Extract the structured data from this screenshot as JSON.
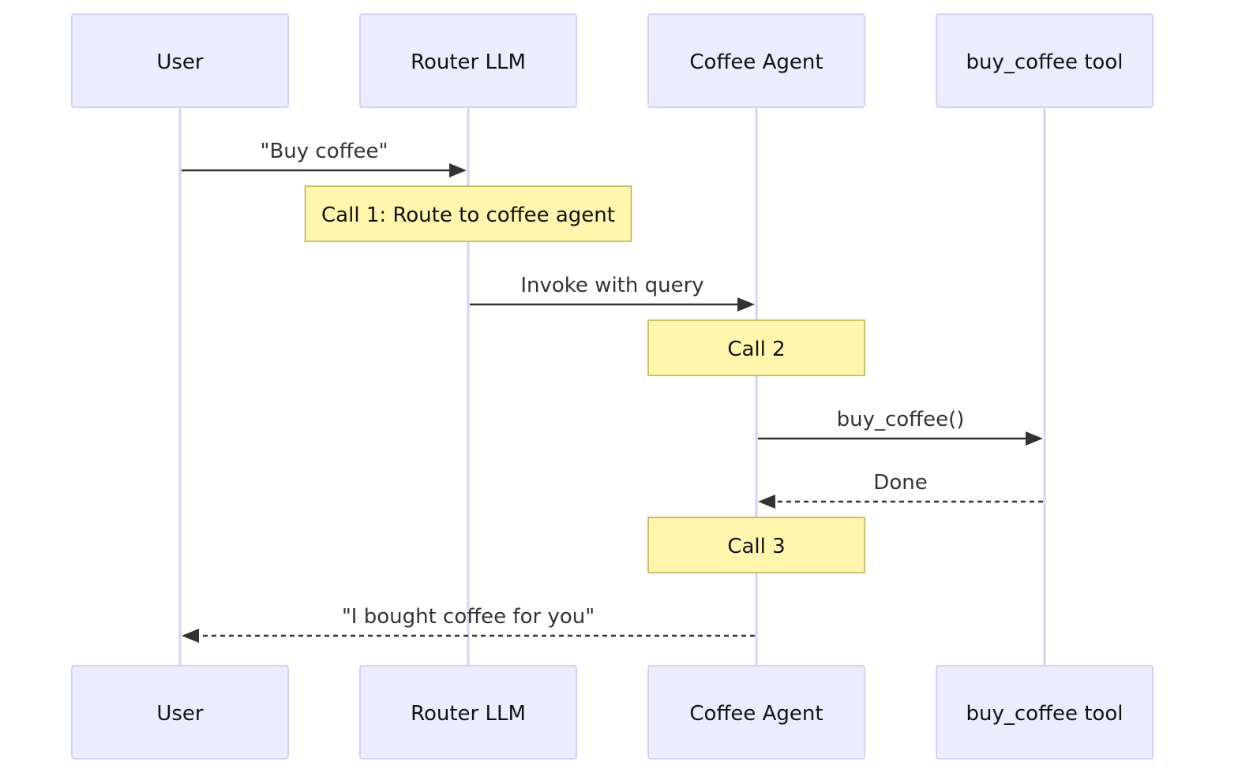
{
  "actors": [
    {
      "id": "user",
      "label": "User"
    },
    {
      "id": "router",
      "label": "Router LLM"
    },
    {
      "id": "agent",
      "label": "Coffee Agent"
    },
    {
      "id": "tool",
      "label": "buy_coffee tool"
    }
  ],
  "events": [
    {
      "kind": "message",
      "from": "user",
      "to": "router",
      "label": "\"Buy coffee\"",
      "style": "solid"
    },
    {
      "kind": "note",
      "over": "router",
      "label": "Call 1: Route to coffee agent"
    },
    {
      "kind": "message",
      "from": "router",
      "to": "agent",
      "label": "Invoke with query",
      "style": "solid"
    },
    {
      "kind": "note",
      "over": "agent",
      "label": "Call 2"
    },
    {
      "kind": "message",
      "from": "agent",
      "to": "tool",
      "label": "buy_coffee()",
      "style": "solid"
    },
    {
      "kind": "message",
      "from": "tool",
      "to": "agent",
      "label": "Done",
      "style": "dotted"
    },
    {
      "kind": "note",
      "over": "agent",
      "label": "Call 3"
    },
    {
      "kind": "message",
      "from": "agent",
      "to": "user",
      "label": "\"I bought coffee for you\"",
      "style": "dotted"
    }
  ],
  "colors": {
    "actor_fill": "#ececff",
    "actor_stroke": "#d3d0f5",
    "lifeline": "#d6d2f2",
    "note_fill": "#fff5ad",
    "note_stroke": "#b5b04a",
    "message": "#333333"
  }
}
